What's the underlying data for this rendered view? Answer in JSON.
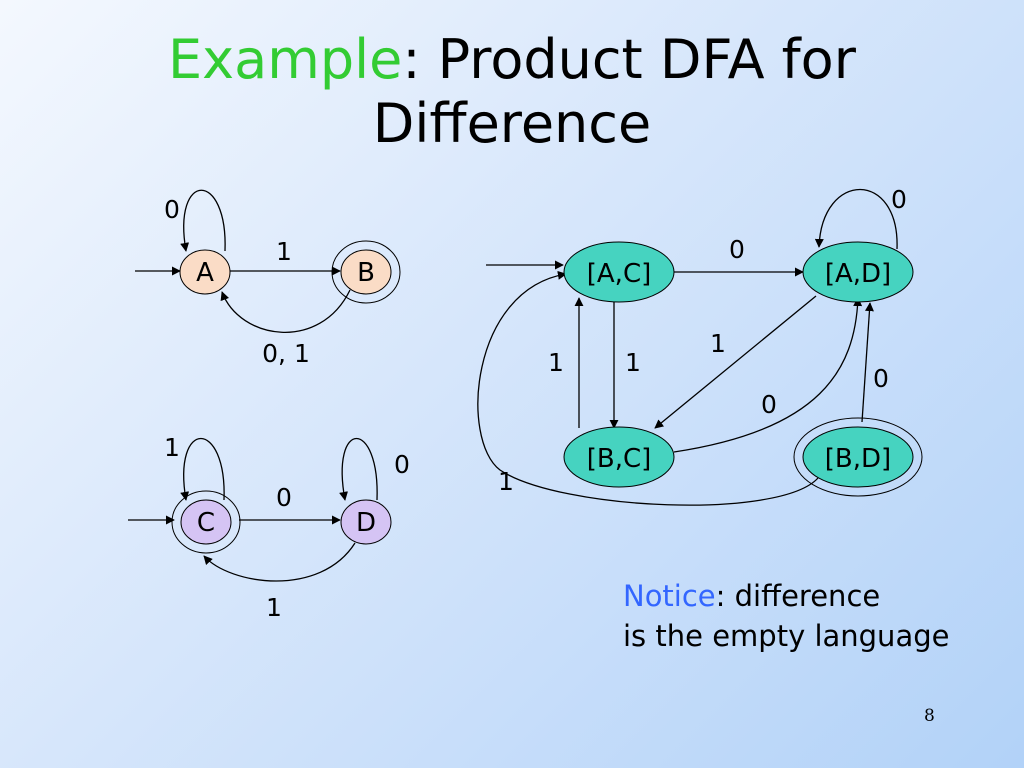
{
  "slide": {
    "title_accent": "Example",
    "title_line1": ": Product DFA for",
    "title_line2": "Difference",
    "notice_accent": "Notice",
    "notice_rest": ": difference",
    "notice_line2": "is the empty language",
    "page_number": "8"
  },
  "colors": {
    "title_accent": "#33cc33",
    "notice_accent": "#3366ff",
    "dfa1_state_a": "#fadcc6",
    "dfa1_state_b": "#fadcc6",
    "dfa2_state": "#d5c4f4",
    "product_state": "#46d3c0"
  },
  "dfa1": {
    "states": {
      "a": "A",
      "b": "B"
    },
    "labels": {
      "self_loop_a": "0",
      "a_to_b": "1",
      "b_to_a": "0, 1"
    }
  },
  "dfa2": {
    "states": {
      "c": "C",
      "d": "D"
    },
    "labels": {
      "self_loop_c": "1",
      "c_to_d": "0",
      "self_loop_d": "0",
      "d_to_c": "1"
    }
  },
  "product": {
    "states": {
      "ac": "[A,C]",
      "ad": "[A,D]",
      "bc": "[B,C]",
      "bd": "[B,D]"
    },
    "labels": {
      "ac_to_ad": "0",
      "ad_self_loop": "0",
      "bc_to_ac": "1",
      "ac_to_bc": "1",
      "ad_to_bc": "1",
      "bc_to_ad": "0",
      "bd_to_ad": "0",
      "bd_to_ac": "1"
    }
  }
}
